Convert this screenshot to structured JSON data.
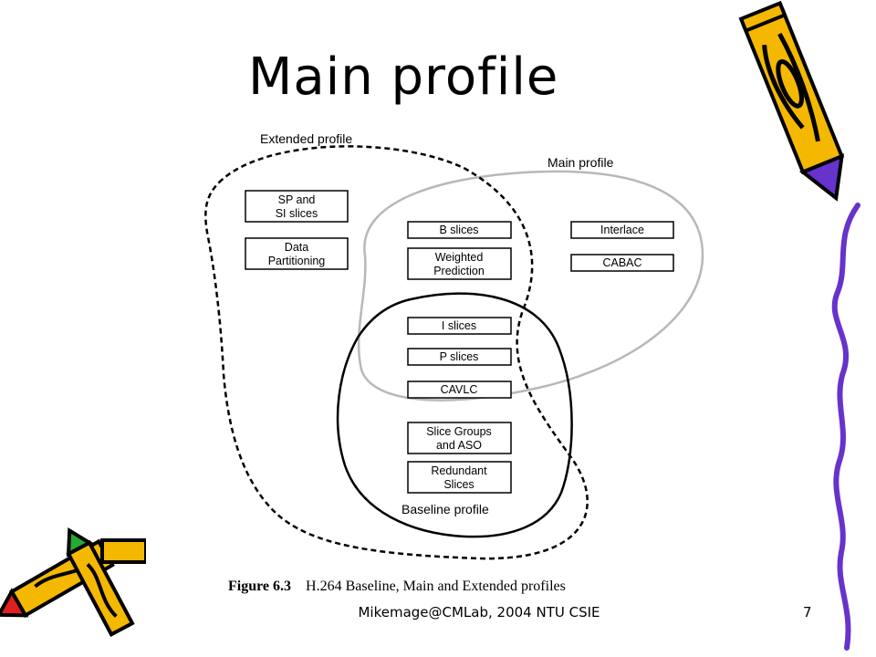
{
  "slide": {
    "title": "Main profile",
    "footer": "Mikemage@CMLab, 2004 NTU CSIE",
    "page_number": "7"
  },
  "diagram": {
    "regions": {
      "extended": "Extended profile",
      "main": "Main profile",
      "baseline": "Baseline profile"
    },
    "features": {
      "sp_si_1": "SP and",
      "sp_si_2": "SI slices",
      "data_part_1": "Data",
      "data_part_2": "Partitioning",
      "b_slices": "B slices",
      "weighted_1": "Weighted",
      "weighted_2": "Prediction",
      "interlace": "Interlace",
      "cabac": "CABAC",
      "i_slices": "I slices",
      "p_slices": "P slices",
      "cavlc": "CAVLC",
      "slice_groups_1": "Slice Groups",
      "slice_groups_2": "and ASO",
      "redundant_1": "Redundant",
      "redundant_2": "Slices"
    },
    "caption_label": "Figure 6.3",
    "caption_text": "H.264 Baseline, Main and Extended profiles"
  },
  "colors": {
    "main_profile_outline": "#b8b8b8",
    "pencil_yellow": "#f5b800",
    "pencil_purple": "#6633cc",
    "pencil_red": "#e02020",
    "pencil_green": "#22aa33"
  }
}
